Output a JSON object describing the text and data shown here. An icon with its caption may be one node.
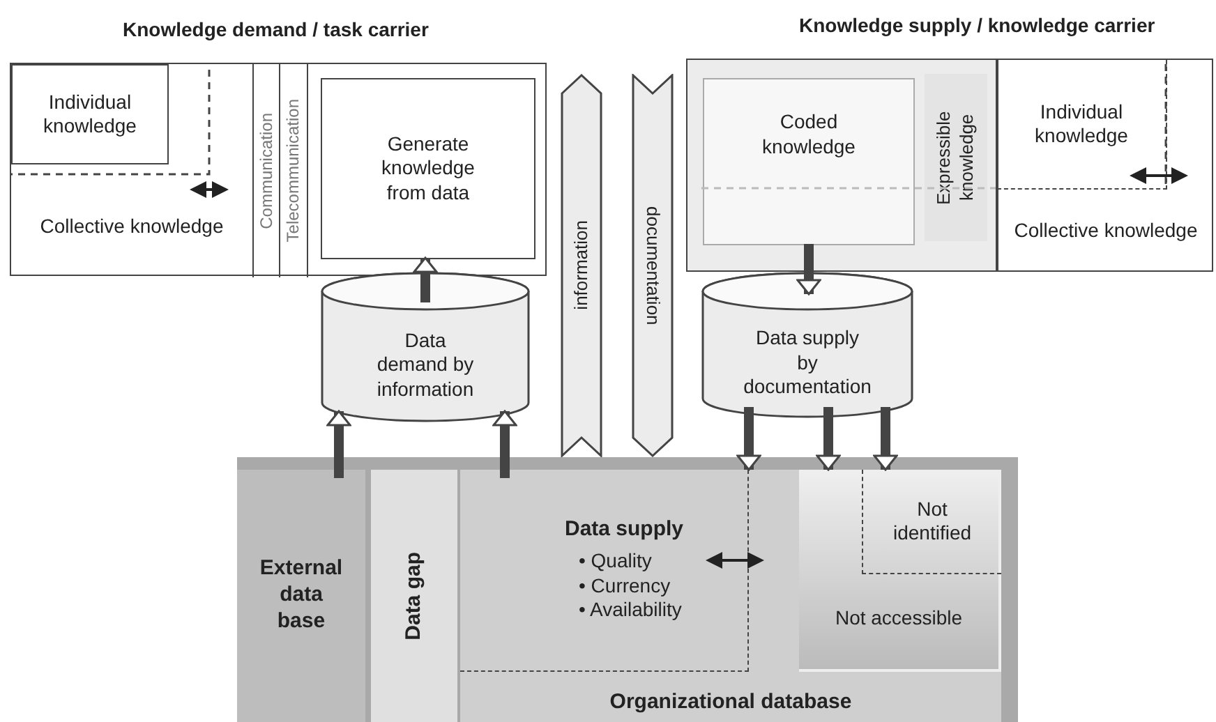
{
  "diagram": {
    "nodes": [
      {
        "text": [
          "Knowledge demand / task carrier"
        ]
      },
      {
        "text": [
          "Individual knowledge"
        ],
        "in": 0
      },
      {
        "text": [
          "Collective knowledge"
        ],
        "in": 0
      },
      {
        "text": [
          "Communication"
        ],
        "in": 0
      },
      {
        "text": [
          "Telecommunication"
        ],
        "in": 0
      },
      {
        "text": [
          "Generate knowledge from data"
        ],
        "in": 0
      },
      {
        "text": [
          "Data demand by information"
        ]
      },
      {
        "text": [
          "information"
        ]
      },
      {
        "text": [
          "documentation"
        ]
      },
      {
        "text": [
          "Knowledge supply / knowledge carrier"
        ]
      },
      {
        "text": [
          "Coded knowledge"
        ],
        "in": 9
      },
      {
        "text": [
          "Expressible knowledge"
        ],
        "in": 9
      },
      {
        "text": [
          "Individual knowledge"
        ],
        "in": 9
      },
      {
        "text": [
          "Collective knowledge"
        ],
        "in": 9
      },
      {
        "text": [
          "Data supply by documentation"
        ]
      },
      {
        "text": [
          "External data base"
        ]
      },
      {
        "text": [
          "Data gap"
        ]
      },
      {
        "text": [
          "Organizational database"
        ]
      },
      {
        "text": [
          "Data supply",
          "• Quality",
          "• Currency",
          "• Availability"
        ],
        "in": 17
      },
      {
        "text": [
          "Not accessible"
        ],
        "in": 17
      },
      {
        "text": [
          "Not identified"
        ],
        "in": 19
      }
    ],
    "edges": [
      {
        "from": 6,
        "to": 5,
        "arrow": "to"
      },
      {
        "from": 15,
        "to": 6,
        "arrow": "to"
      },
      {
        "from": 18,
        "to": 6,
        "arrow": "to"
      },
      {
        "from": 10,
        "to": 14,
        "arrow": "to"
      },
      {
        "from": 14,
        "to": 18,
        "arrow": "to"
      },
      {
        "from": 14,
        "to": 19,
        "arrow": "to"
      },
      {
        "from": 14,
        "to": 20,
        "arrow": "to"
      }
    ]
  }
}
